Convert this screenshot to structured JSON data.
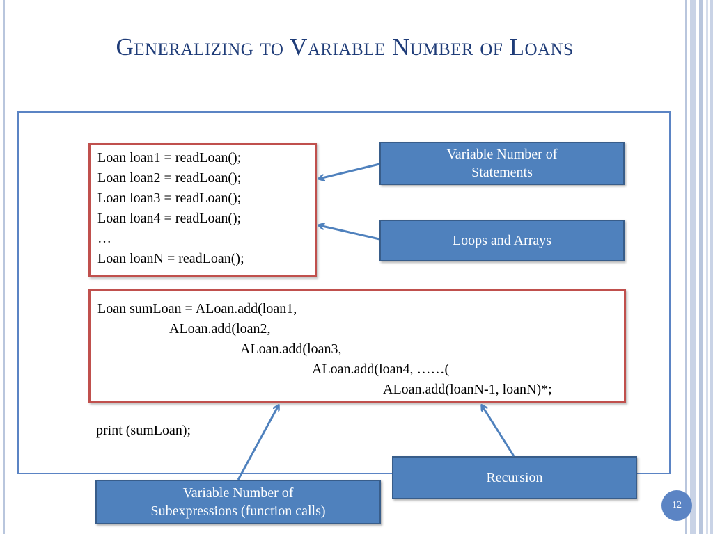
{
  "slide": {
    "title": "Generalizing to Variable Number of Loans",
    "page_number": "12"
  },
  "code_top": {
    "lines": [
      "Loan loan1 = readLoan();",
      "Loan loan2 = readLoan();",
      "Loan loan3 = readLoan();",
      "Loan loan4 = readLoan();",
      "…",
      "Loan loanN = readLoan();"
    ]
  },
  "code_bottom": {
    "lines": [
      "Loan sumLoan = ALoan.add(loan1,",
      "ALoan.add(loan2,",
      "ALoan.add(loan3,",
      "ALoan.add(loan4, ……(",
      "ALoan.add(loanN-1, loanN)*;"
    ]
  },
  "print_line": "print (sumLoan);",
  "callouts": {
    "statements": {
      "line1": "Variable Number of",
      "line2": "Statements"
    },
    "loops": {
      "label": "Loops and Arrays"
    },
    "recursion": {
      "label": "Recursion"
    },
    "subexpressions": {
      "line1": "Variable Number of",
      "line2": "Subexpressions (function calls)"
    }
  },
  "colors": {
    "title": "#1f3c78",
    "callout_fill": "#4f81bd",
    "code_border": "#c0504d",
    "frame_border": "#5b84c4"
  }
}
